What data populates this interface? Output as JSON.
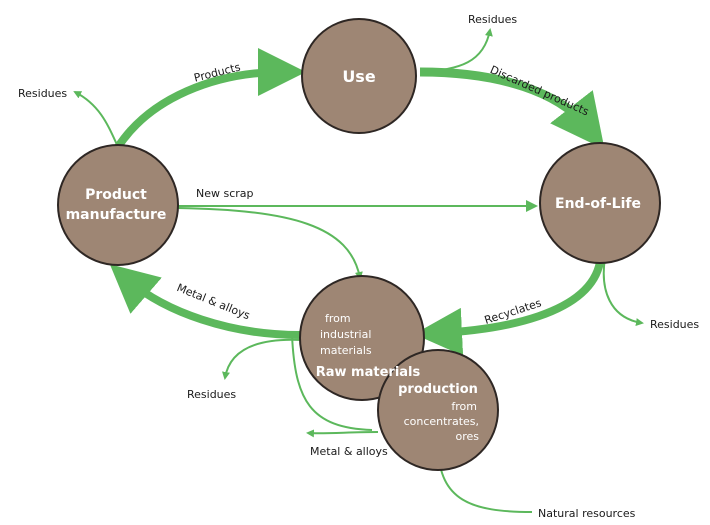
{
  "colors": {
    "node_fill": "#9e8674",
    "node_stroke": "#2e2724",
    "flow_green": "#5cb85c",
    "text_dark": "#1a1a1a"
  },
  "nodes": {
    "use": {
      "title": "Use"
    },
    "product_manufacture": {
      "title_line1": "Product",
      "title_line2": "manufacture"
    },
    "end_of_life": {
      "title": "End-of-Life"
    },
    "raw_materials": {
      "title_line1": "Raw materials",
      "title_line2": "production",
      "industrial_line1": "from",
      "industrial_line2": "industrial",
      "industrial_line3": "materials",
      "ores_line1": "from",
      "ores_line2": "concentrates,",
      "ores_line3": "ores"
    }
  },
  "flows": {
    "products": "Products",
    "discarded_products": "Discarded products",
    "new_scrap": "New scrap",
    "recyclates": "Recyclates",
    "metal_alloys_main": "Metal & alloys",
    "metal_alloys_bottom": "Metal & alloys",
    "natural_resources": "Natural resources"
  },
  "residues": {
    "top_right": "Residues",
    "top_left": "Residues",
    "right": "Residues",
    "bottom_left": "Residues"
  }
}
